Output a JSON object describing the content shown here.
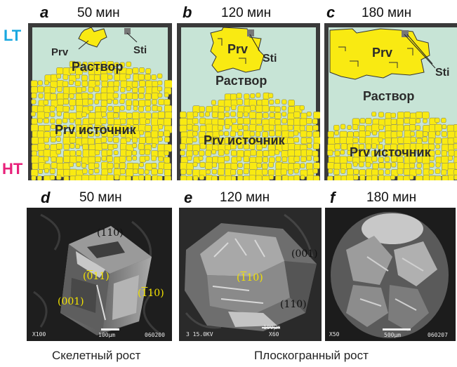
{
  "side_labels": {
    "lt": "LT",
    "ht": "HT",
    "lt_color": "#19a8e0",
    "ht_color": "#e8207a"
  },
  "top_panels": [
    {
      "letter": "a",
      "time": "50 мин",
      "prv": "Prv",
      "sti": "Sti",
      "solution": "Раствор",
      "source": "Prv источник"
    },
    {
      "letter": "b",
      "time": "120 мин",
      "prv": "Prv",
      "sti": "Sti",
      "solution": "Раствор",
      "source": "Prv источник"
    },
    {
      "letter": "c",
      "time": "180 мин",
      "prv": "Prv",
      "sti": "Sti",
      "solution": "Раствор",
      "source": "Prv источник"
    }
  ],
  "bottom_panels": [
    {
      "letter": "d",
      "time": "50 мин",
      "miller": [
        "(110)",
        "(011)",
        "(001)",
        "(110)"
      ],
      "miller_overlines": [
        "",
        "0",
        "",
        "1"
      ],
      "meta_left": "X100",
      "meta_scale": "100μm",
      "meta_right": "060200"
    },
    {
      "letter": "e",
      "time": "120 мин",
      "miller": [
        "(001)",
        "(110)",
        "(110)"
      ],
      "miller_overlines": [
        "",
        "1",
        ""
      ],
      "meta_left": "3 15.0KV",
      "meta_scale": "100μm",
      "meta_right": "X60"
    },
    {
      "letter": "f",
      "time": "180 мин",
      "meta_left": "X50",
      "meta_scale": "500μm",
      "meta_right": "060207"
    }
  ],
  "captions": {
    "left": "Скелетный рост",
    "right": "Плоскогранный рост"
  },
  "colors": {
    "solution": "#c7e4d6",
    "crystal": "#f9ea12",
    "frame": "#3a3a3a",
    "sti": "#777777",
    "miller_yellow": "#f5e400"
  }
}
